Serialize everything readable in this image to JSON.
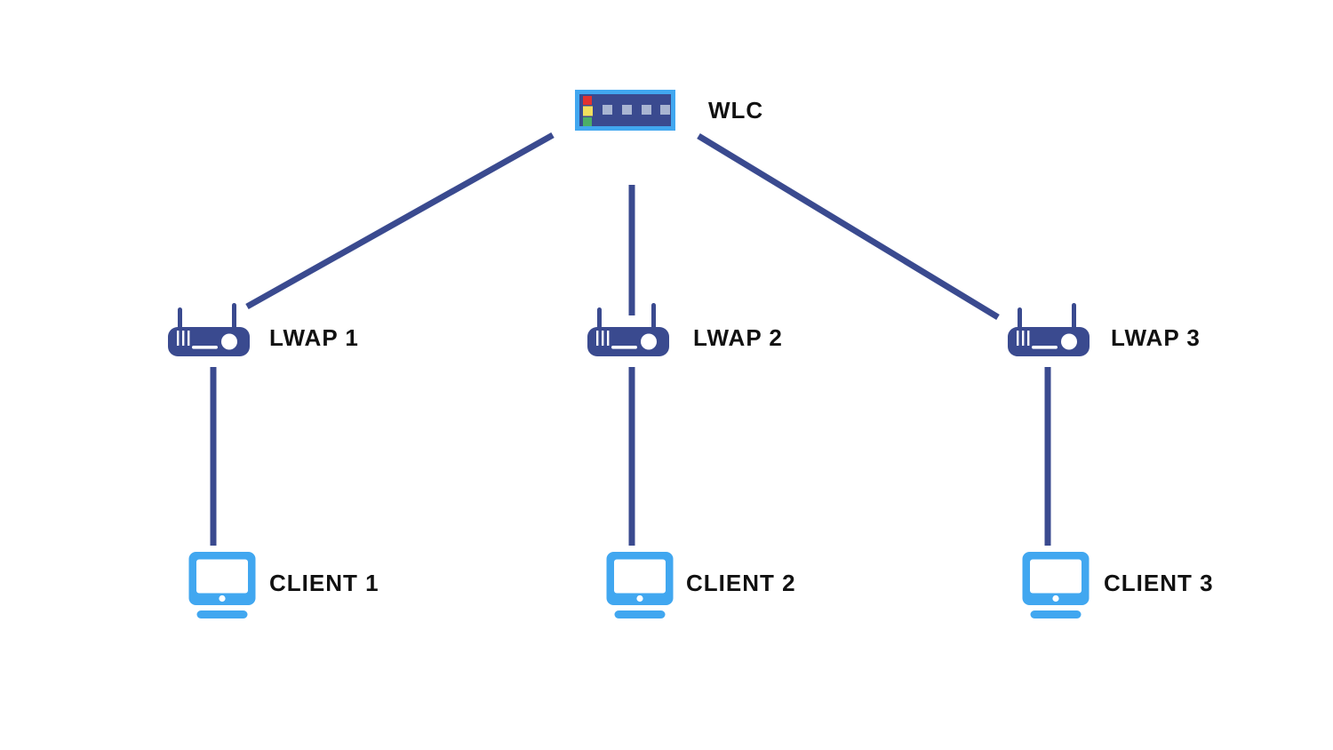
{
  "diagram": {
    "type": "network-topology",
    "controller": {
      "label": "WLC",
      "kind": "wireless-lan-controller"
    },
    "access_points": [
      {
        "label": "LWAP 1",
        "kind": "lightweight-access-point"
      },
      {
        "label": "LWAP 2",
        "kind": "lightweight-access-point"
      },
      {
        "label": "LWAP 3",
        "kind": "lightweight-access-point"
      }
    ],
    "clients": [
      {
        "label": "CLIENT 1",
        "kind": "client-workstation"
      },
      {
        "label": "CLIENT 2",
        "kind": "client-workstation"
      },
      {
        "label": "CLIENT 3",
        "kind": "client-workstation"
      }
    ],
    "links": [
      {
        "from": "WLC",
        "to": "LWAP 1"
      },
      {
        "from": "WLC",
        "to": "LWAP 2"
      },
      {
        "from": "WLC",
        "to": "LWAP 3"
      },
      {
        "from": "LWAP 1",
        "to": "CLIENT 1"
      },
      {
        "from": "LWAP 2",
        "to": "CLIENT 2"
      },
      {
        "from": "LWAP 3",
        "to": "CLIENT 3"
      }
    ],
    "colors": {
      "background": "#FFFFFF",
      "navy": "#3A4A8F",
      "link": "#3A4A8F",
      "light_blue": "#41A7F0",
      "label": "#111111",
      "led_red": "#E23230",
      "led_yellow": "#F2DF5E",
      "led_green": "#4CAE67",
      "port_gray": "#A9B5D2"
    }
  }
}
